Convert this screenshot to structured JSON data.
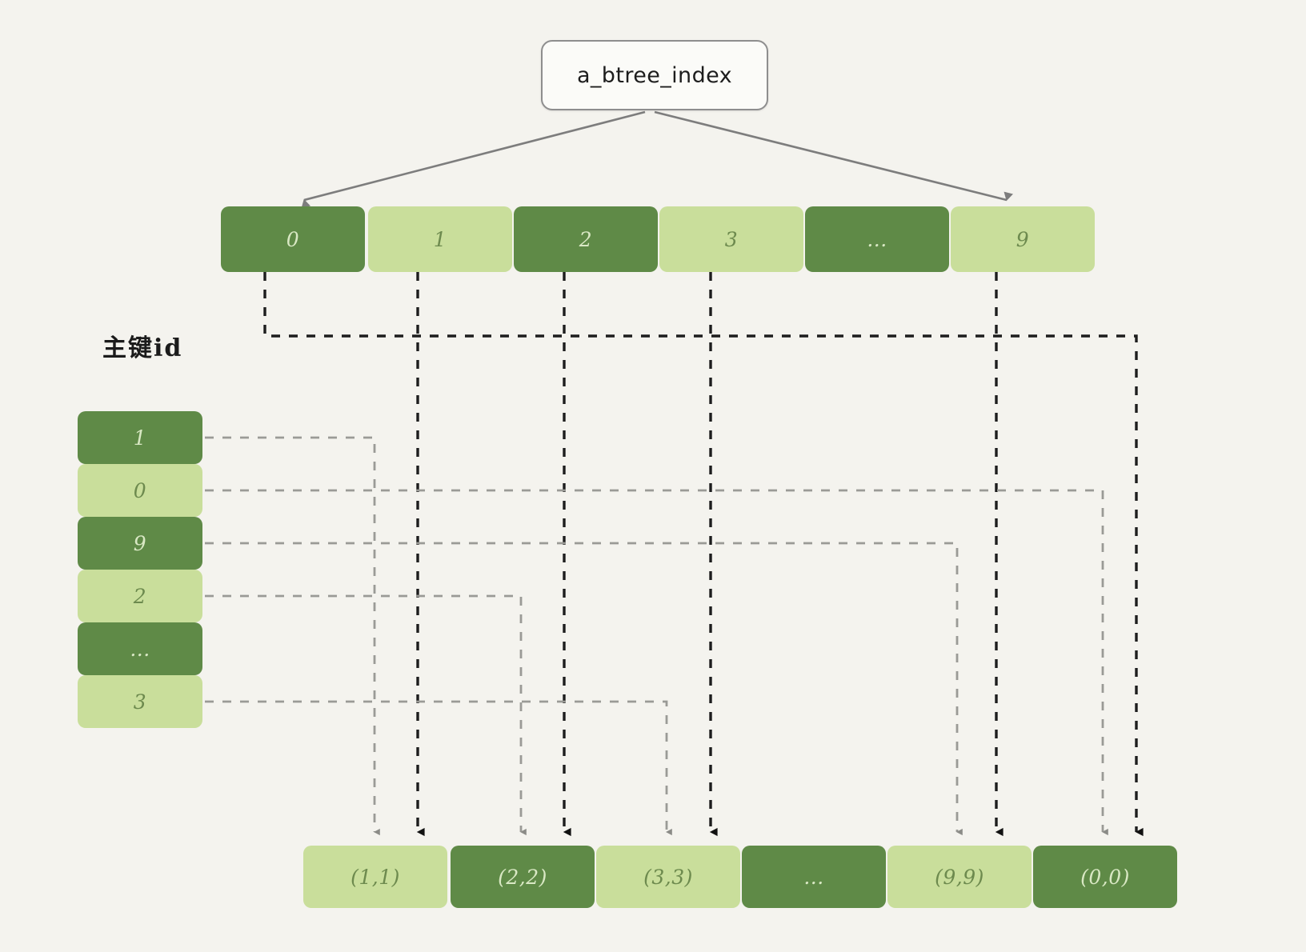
{
  "diagram": {
    "title": "a_btree_index",
    "background_color": "#f4f3ee",
    "colors": {
      "dark_green": "#5f8a47",
      "light_green": "#c9de9b",
      "dark_text": "#d9e8c4",
      "light_text": "#6d8a4e",
      "black_wire": "#1d1d1d",
      "gray_wire": "#9a9a96",
      "arrow_gray": "#7d7d7d"
    },
    "pk_label": "主键id",
    "index_row": {
      "name": "a_btree_index-entries",
      "cells": [
        {
          "label": "0",
          "tone": "dark"
        },
        {
          "label": "1",
          "tone": "light"
        },
        {
          "label": "2",
          "tone": "dark"
        },
        {
          "label": "3",
          "tone": "light"
        },
        {
          "label": "...",
          "tone": "dark"
        },
        {
          "label": "9",
          "tone": "light"
        }
      ]
    },
    "pk_column": {
      "name": "primary-key-column",
      "cells": [
        {
          "label": "1",
          "tone": "dark"
        },
        {
          "label": "0",
          "tone": "light"
        },
        {
          "label": "9",
          "tone": "dark"
        },
        {
          "label": "2",
          "tone": "light"
        },
        {
          "label": "...",
          "tone": "dark"
        },
        {
          "label": "3",
          "tone": "light"
        }
      ]
    },
    "tuple_row": {
      "name": "tuple-row",
      "cells": [
        {
          "label": "(1,1)",
          "tone": "light"
        },
        {
          "label": "(2,2)",
          "tone": "dark"
        },
        {
          "label": "(3,3)",
          "tone": "light"
        },
        {
          "label": "...",
          "tone": "dark"
        },
        {
          "label": "(9,9)",
          "tone": "light"
        },
        {
          "label": "(0,0)",
          "tone": "dark"
        }
      ]
    }
  }
}
